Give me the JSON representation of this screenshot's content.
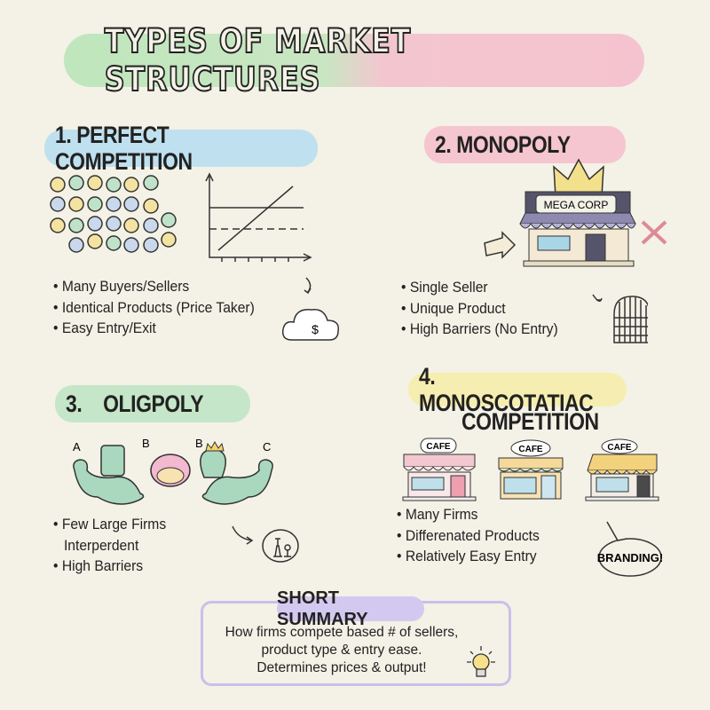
{
  "title": "TYPES OF MARKET STRUCTURES",
  "sections": [
    {
      "heading": "1. PERFECT COMPETITION",
      "color": "#bfe0ef",
      "bullets": [
        "Many Buyers/Sellers",
        "Identical Products (Price Taker)",
        "Easy Entry/Exit"
      ]
    },
    {
      "heading": "2. MONOPOLY",
      "color": "#f5c6d0",
      "store_sign": "MEGA CORP",
      "bullets": [
        "Single Seller",
        "Unique Product",
        "High Barriers (No Entry)"
      ]
    },
    {
      "heading": "3.    OLIGPOLY",
      "color": "#c5e6c8",
      "firm_labels": [
        "A",
        "B",
        "B",
        "C"
      ],
      "bullets": [
        "Few Large Firms",
        "Interperdent",
        "High Barriers"
      ]
    },
    {
      "heading_line1": "4. MONOSCOTATIAC",
      "heading_line2": "COMPETITION",
      "color": "#f6eeb0",
      "cafe_sign": "CAFE",
      "bubble": "BRANDING!",
      "bullets": [
        "Many Firms",
        "Differenated Products",
        "Relatively Easy Entry"
      ]
    }
  ],
  "summary": {
    "title": "SHORT SUMMARY",
    "lines": [
      "How firms compete based # of sellers,",
      "product type & entry ease.",
      "Determines prices & output!"
    ]
  },
  "icons": {
    "cloud_symbol": "$"
  }
}
